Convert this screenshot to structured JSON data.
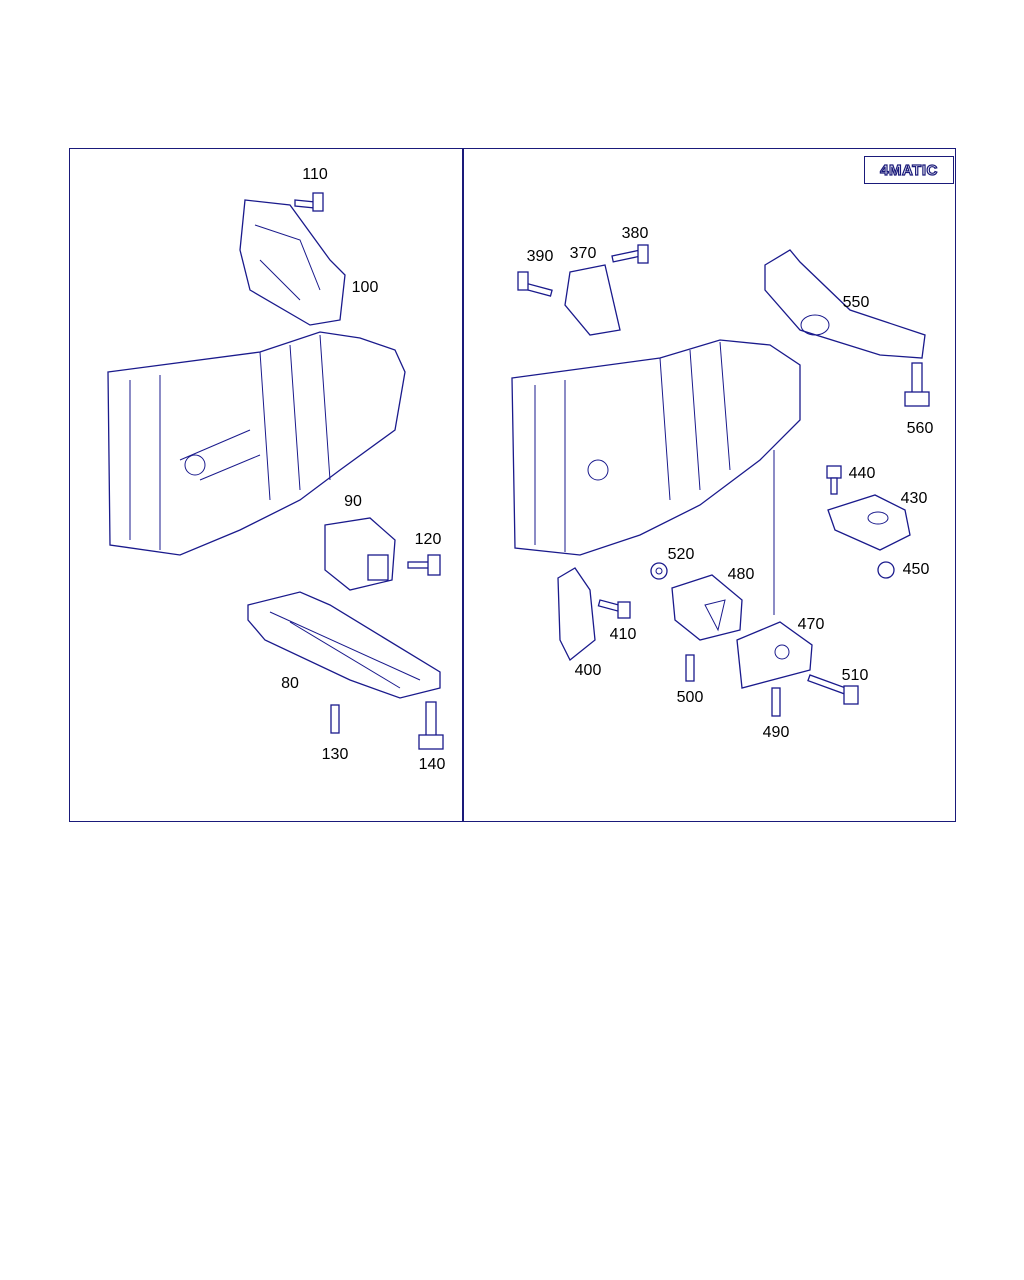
{
  "badge": "4MATIC",
  "colors": {
    "line": "#1a1a8c",
    "frame": "#1a1a7a"
  },
  "left_panel": {
    "labels": {
      "p110": "110",
      "p100": "100",
      "p90": "90",
      "p120": "120",
      "p80": "80",
      "p130": "130",
      "p140": "140"
    }
  },
  "right_panel": {
    "labels": {
      "p390": "390",
      "p370": "370",
      "p380": "380",
      "p550": "550",
      "p560": "560",
      "p440": "440",
      "p430": "430",
      "p520": "520",
      "p480": "480",
      "p450": "450",
      "p410": "410",
      "p470": "470",
      "p400": "400",
      "p510": "510",
      "p500": "500",
      "p490": "490"
    }
  }
}
